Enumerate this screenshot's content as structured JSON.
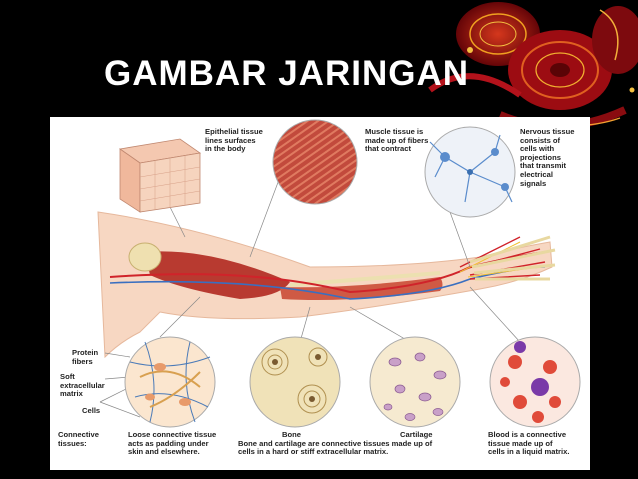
{
  "slide": {
    "title": "GAMBAR JARINGAN"
  },
  "figure": {
    "epithelial": [
      "Epithelial tissue",
      "lines surfaces",
      "in the body"
    ],
    "muscle": [
      "Muscle tissue is",
      "made up of fibers",
      "that contract"
    ],
    "nervous": [
      "Nervous tissue",
      "consists of",
      "cells with",
      "projections",
      "that transmit",
      "electrical",
      "signals"
    ],
    "protein": [
      "Protein",
      "fibers"
    ],
    "soft_matrix": [
      "Soft",
      "extracellular",
      "matrix"
    ],
    "cells": "Cells",
    "connective": [
      "Connective",
      "tissues:"
    ],
    "loose": [
      "Loose connective tissue",
      "acts as padding under",
      "skin and elsewhere."
    ],
    "bone_title": "Bone",
    "cartilage_title": "Cartilage",
    "bone_cartilage": [
      "Bone and cartilage are connective tissues made up of",
      "cells in a hard or stiff extracellular matrix."
    ],
    "blood": [
      "Blood is a connective",
      "tissue made up of",
      "cells in a liquid matrix."
    ]
  },
  "colors": {
    "background": "#000000",
    "title": "#ffffff",
    "decoration": "#b3121b",
    "figure_bg": "#ffffff"
  }
}
